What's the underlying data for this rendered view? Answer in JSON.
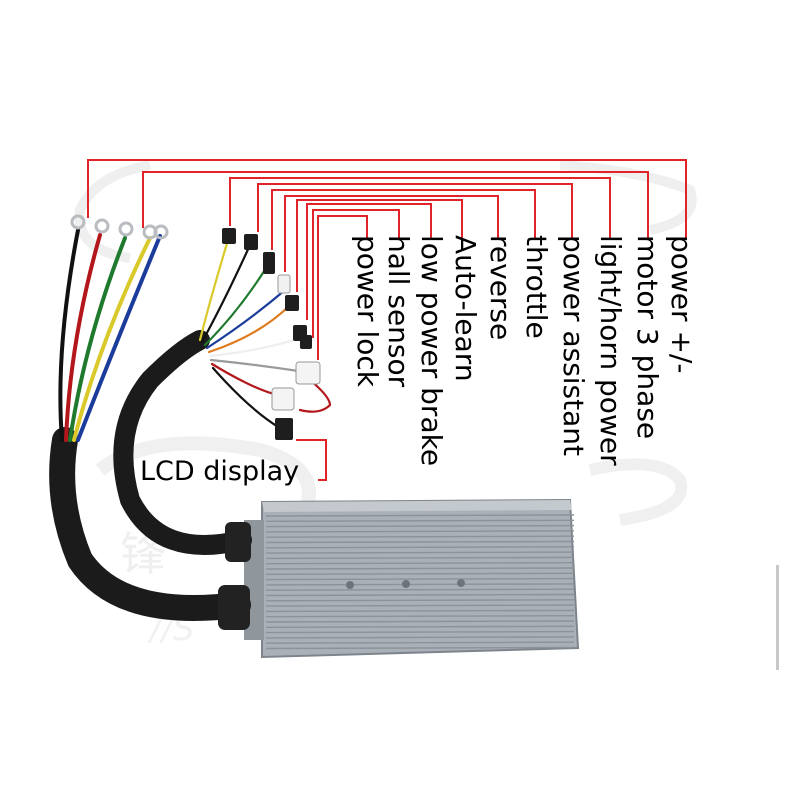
{
  "labels": [
    "power +/-",
    "motor 3 phase",
    "light/horn power",
    "power assistant",
    "throttle",
    "reverse",
    "Auto-learn",
    "low power brake",
    "hall sensor",
    "power lock"
  ],
  "lcd_label": "LCD display",
  "colors": {
    "leader_line": "#e0242a",
    "controller_case": "#a9b0b7",
    "cable": "#1b1b1b",
    "watermark": "#dcdcdc"
  },
  "wire_colors": [
    "#111111",
    "#b3161b",
    "#1f7a2e",
    "#1b3c9a",
    "#d9c92a",
    "#eeeeee",
    "#e07b1d",
    "#9a9a9a"
  ],
  "icons": [
    "ring-terminal-icon",
    "connector-plug-icon",
    "controller-box-icon"
  ]
}
